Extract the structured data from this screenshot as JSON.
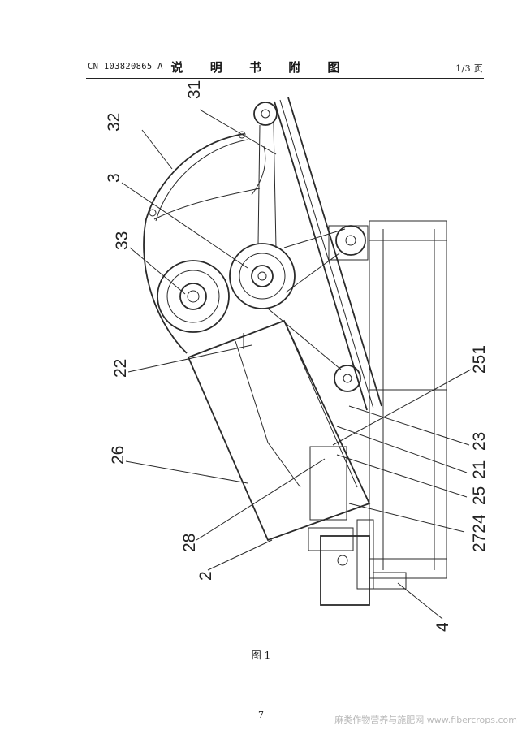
{
  "header": {
    "left": "CN 103820865 A",
    "center": "说 明 书 附 图",
    "right": "1/3 页"
  },
  "figure": {
    "caption": "图 1",
    "labels": {
      "l31": "31",
      "l32": "32",
      "l3": "3",
      "l33": "33",
      "l22": "22",
      "l26": "26",
      "l28": "28",
      "l2": "2",
      "l251": "251",
      "l23": "23",
      "l21": "21",
      "l25": "25",
      "l2724": "2724",
      "l4": "4"
    }
  },
  "footer": {
    "page_number": "7"
  },
  "watermark": "麻类作物营养与施肥网 www.fibercrops.com"
}
